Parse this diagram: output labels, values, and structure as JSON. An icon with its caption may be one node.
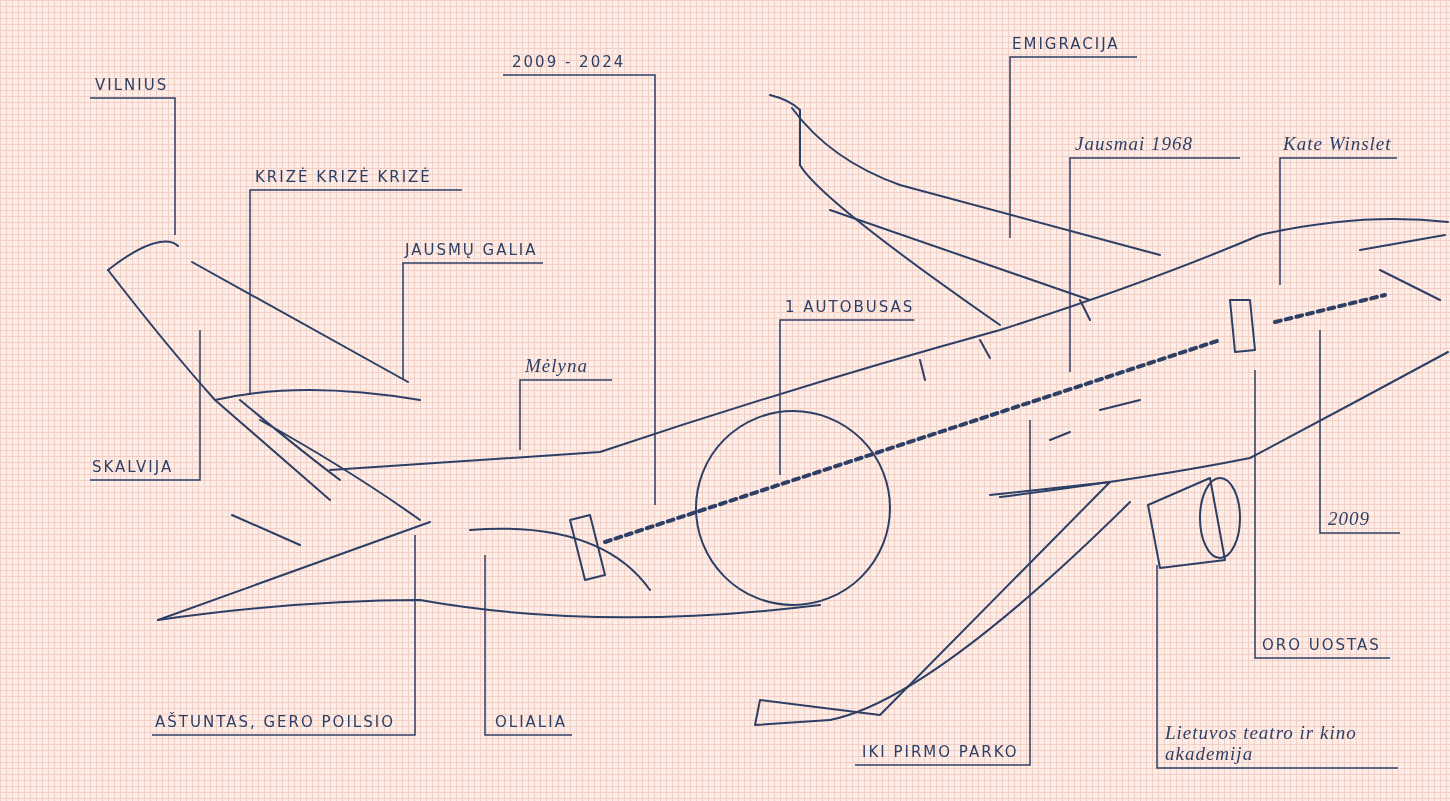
{
  "diagram": {
    "nodes": [
      {
        "text": [
          "VILNIUS"
        ]
      },
      {
        "text": [
          "2009 - 2024"
        ]
      },
      {
        "text": [
          "EMIGRACIJA"
        ]
      },
      {
        "text": [
          "KRIZĖ KRIZĖ KRIZĖ"
        ]
      },
      {
        "text": [
          "Jausmai 1968"
        ]
      },
      {
        "text": [
          "Kate Winslet"
        ]
      },
      {
        "text": [
          "JAUSMŲ GALIA"
        ]
      },
      {
        "text": [
          "1 AUTOBUSAS"
        ]
      },
      {
        "text": [
          "Mėlyna"
        ]
      },
      {
        "text": [
          "SKALVIJA"
        ]
      },
      {
        "text": [
          "2009"
        ]
      },
      {
        "text": [
          "ORO UOSTAS"
        ]
      },
      {
        "text": [
          "AŠTUNTAS, GERO POILSIO"
        ]
      },
      {
        "text": [
          "OLIALIA"
        ]
      },
      {
        "text": [
          "IKI PIRMO PARKO"
        ]
      },
      {
        "text": [
          "Lietuvos teatro ir kino akademija"
        ]
      }
    ],
    "edges": [
      {
        "from": 0,
        "to": null,
        "arrow": "none"
      },
      {
        "from": 1,
        "to": null,
        "arrow": "none"
      },
      {
        "from": 2,
        "to": null,
        "arrow": "none"
      },
      {
        "from": 3,
        "to": null,
        "arrow": "none"
      },
      {
        "from": 4,
        "to": null,
        "arrow": "none"
      },
      {
        "from": 5,
        "to": null,
        "arrow": "none"
      },
      {
        "from": 6,
        "to": null,
        "arrow": "none"
      },
      {
        "from": 7,
        "to": null,
        "arrow": "none"
      },
      {
        "from": 8,
        "to": null,
        "arrow": "none"
      },
      {
        "from": 9,
        "to": null,
        "arrow": "none"
      },
      {
        "from": 10,
        "to": null,
        "arrow": "none"
      },
      {
        "from": 11,
        "to": null,
        "arrow": "none"
      },
      {
        "from": 12,
        "to": null,
        "arrow": "none"
      },
      {
        "from": 13,
        "to": null,
        "arrow": "none"
      },
      {
        "from": 14,
        "to": null,
        "arrow": "none"
      },
      {
        "from": 15,
        "to": null,
        "arrow": "none"
      }
    ]
  }
}
